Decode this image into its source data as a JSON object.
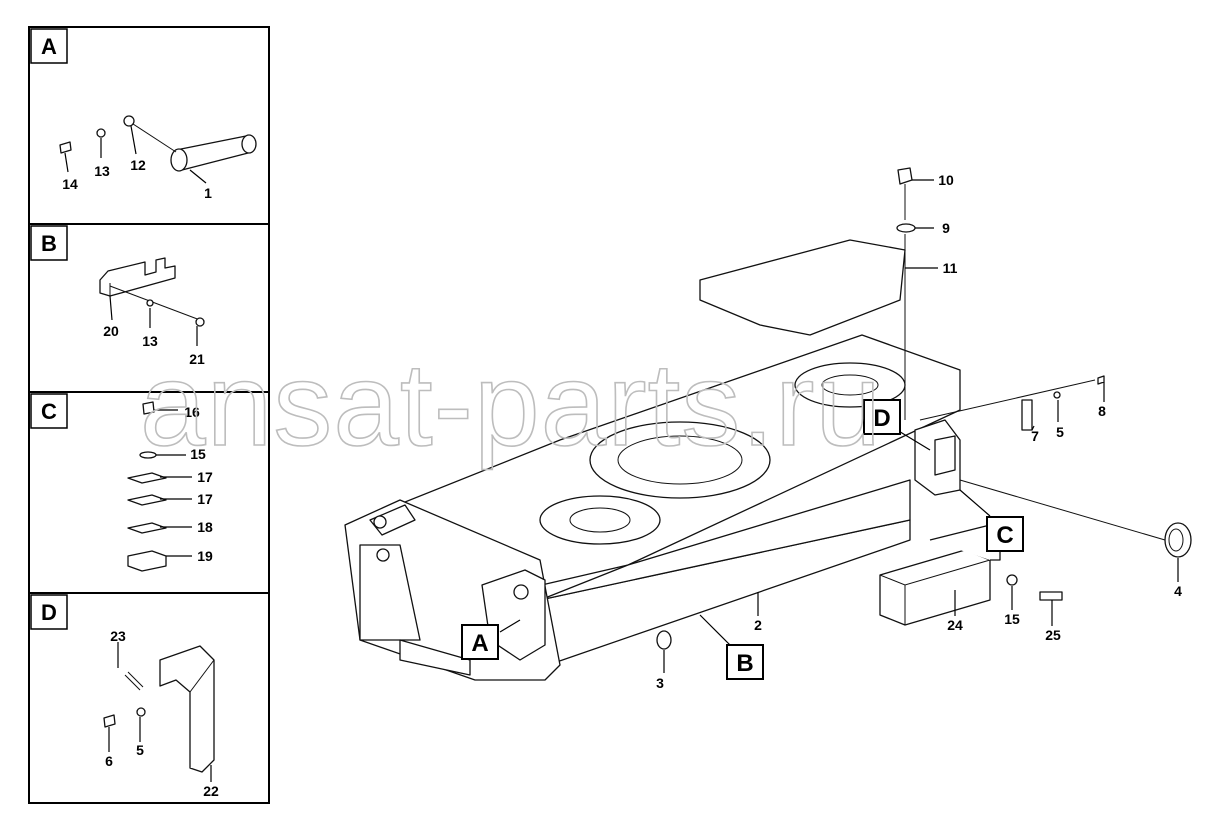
{
  "panels": [
    {
      "letter": "A",
      "labels": [
        "14",
        "13",
        "12",
        "1"
      ]
    },
    {
      "letter": "B",
      "labels": [
        "20",
        "13",
        "21"
      ]
    },
    {
      "letter": "C",
      "labels": [
        "16",
        "15",
        "17",
        "17",
        "18",
        "19"
      ]
    },
    {
      "letter": "D",
      "labels": [
        "23",
        "6",
        "5",
        "22"
      ]
    }
  ],
  "main_callouts": [
    "A",
    "B",
    "C",
    "D"
  ],
  "main_labels": [
    "10",
    "9",
    "11",
    "8",
    "5",
    "7",
    "4",
    "2",
    "3",
    "24",
    "15",
    "25"
  ],
  "watermark": "ansat-parts.ru"
}
